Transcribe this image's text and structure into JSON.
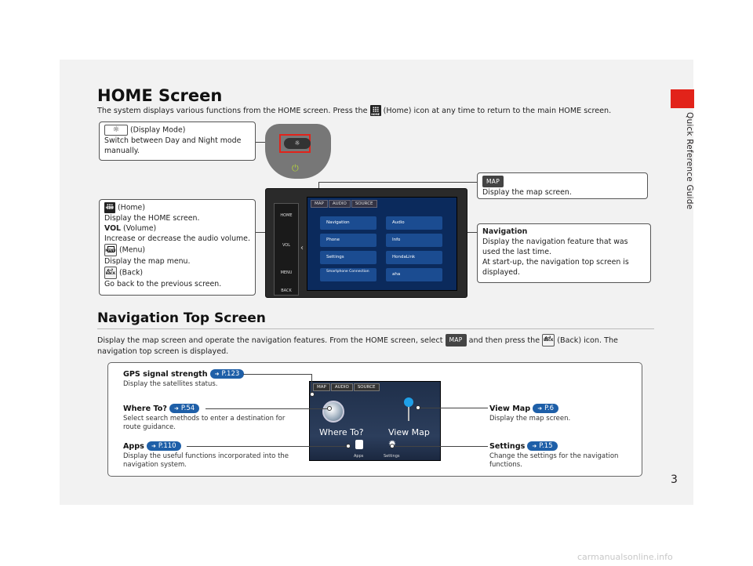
{
  "page": {
    "side_tab_label": "Quick Reference Guide",
    "page_number": "3",
    "watermark": "carmanualsonline.info"
  },
  "home_section": {
    "title": "HOME Screen",
    "intro_before": "The system displays various functions from the HOME screen. Press the",
    "intro_after": "(Home) icon at any time to return to the main HOME screen."
  },
  "callouts": {
    "display_mode": {
      "icon_label": "(Display Mode)",
      "text": "Switch between Day and Night mode manually."
    },
    "home": {
      "home_label": "(Home)",
      "home_text": "Display the HOME screen.",
      "vol_label": "VOL",
      "vol_paren": "(Volume)",
      "vol_text": "Increase or decrease the audio volume.",
      "menu_label": "(Menu)",
      "menu_text": "Display the map menu.",
      "back_label": "(Back)",
      "back_text": "Go back to the previous screen."
    },
    "map": {
      "badge": "MAP",
      "text": "Display the map screen."
    },
    "navigation": {
      "title": "Navigation",
      "text1": "Display the navigation feature that was used the last time.",
      "text2": "At start-up, the navigation top screen is displayed."
    }
  },
  "device": {
    "tabs": [
      "MAP",
      "AUDIO",
      "SOURCE"
    ],
    "tiles": [
      "Navigation",
      "Audio",
      "Phone",
      "Info",
      "Settings",
      "HondaLink",
      "Smartphone Connection",
      "aha"
    ],
    "side_labels": [
      "HOME",
      "VOL",
      "MENU",
      "BACK"
    ]
  },
  "nav_section": {
    "title": "Navigation Top Screen",
    "para_before": "Display the map screen and operate the navigation features. From the HOME screen, select",
    "para_badge": "MAP",
    "para_middle": "and then press the",
    "para_after": "(Back) icon. The navigation top screen is displayed."
  },
  "nav_screen": {
    "tabs": [
      "MAP",
      "AUDIO",
      "SOURCE"
    ],
    "where_to": "Where To?",
    "view_map": "View Map",
    "apps": "Apps",
    "settings": "Settings"
  },
  "nav_labels": {
    "gps": {
      "title": "GPS signal strength",
      "ref": "P.123",
      "text": "Display the satellites status."
    },
    "where": {
      "title": "Where To?",
      "ref": "P.54",
      "text": "Select search methods to enter a destination for route guidance."
    },
    "apps": {
      "title": "Apps",
      "ref": "P.110",
      "text": "Display the useful functions incorporated into the navigation system."
    },
    "viewmap": {
      "title": "View Map",
      "ref": "P.6",
      "text": "Display the map screen."
    },
    "settings": {
      "title": "Settings",
      "ref": "P.15",
      "text": "Change the settings for the navigation functions."
    }
  }
}
